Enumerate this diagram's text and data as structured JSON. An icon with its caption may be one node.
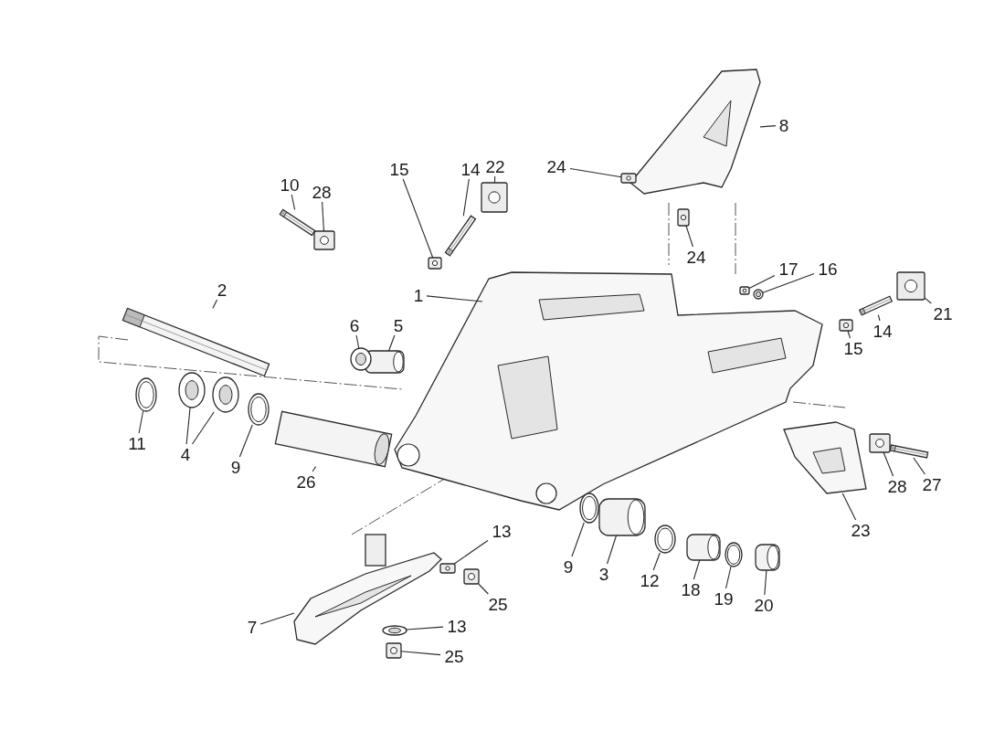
{
  "diagram": {
    "nodes": [
      {
        "text": [
          "1"
        ]
      },
      {
        "text": [],
        "shape": "picture"
      },
      {
        "text": [
          "2"
        ]
      },
      {
        "text": [],
        "shape": "bar"
      },
      {
        "text": [
          "4"
        ]
      },
      {
        "text": [],
        "shape": "picture"
      },
      {
        "text": [],
        "shape": "picture"
      },
      {
        "text": [
          "5"
        ]
      },
      {
        "text": [],
        "shape": "picture"
      },
      {
        "text": [
          "6"
        ]
      },
      {
        "text": [],
        "shape": "picture"
      },
      {
        "text": [
          "7"
        ]
      },
      {
        "text": [],
        "shape": "picture"
      },
      {
        "text": [
          "8"
        ]
      },
      {
        "text": [],
        "shape": "picture"
      },
      {
        "text": [
          "9"
        ]
      },
      {
        "text": [],
        "shape": "picture"
      },
      {
        "text": [
          "9"
        ]
      },
      {
        "text": [],
        "shape": "picture"
      },
      {
        "text": [
          "10"
        ]
      },
      {
        "text": [],
        "shape": "bar"
      },
      {
        "text": [
          "11"
        ]
      },
      {
        "text": [],
        "shape": "picture"
      },
      {
        "text": [
          "12"
        ]
      },
      {
        "text": [],
        "shape": "picture"
      },
      {
        "text": [
          "13"
        ]
      },
      {
        "text": [],
        "shape": "picture"
      },
      {
        "text": [
          "13"
        ]
      },
      {
        "text": [],
        "shape": "picture"
      },
      {
        "text": [
          "14"
        ]
      },
      {
        "text": [],
        "shape": "bar"
      },
      {
        "text": [
          "14"
        ]
      },
      {
        "text": [],
        "shape": "bar"
      },
      {
        "text": [
          "15"
        ]
      },
      {
        "text": [],
        "shape": "picture"
      },
      {
        "text": [
          "15"
        ]
      },
      {
        "text": [],
        "shape": "picture"
      },
      {
        "text": [
          "16"
        ]
      },
      {
        "text": [],
        "shape": "picture"
      },
      {
        "text": [
          "17"
        ]
      },
      {
        "text": [],
        "shape": "picture"
      },
      {
        "text": [
          "18"
        ]
      },
      {
        "text": [],
        "shape": "picture"
      },
      {
        "text": [
          "19"
        ]
      },
      {
        "text": [],
        "shape": "picture"
      },
      {
        "text": [
          "20"
        ]
      },
      {
        "text": [],
        "shape": "picture"
      },
      {
        "text": [
          "21"
        ]
      },
      {
        "text": [],
        "shape": "picture"
      },
      {
        "text": [
          "22"
        ]
      },
      {
        "text": [],
        "shape": "picture"
      },
      {
        "text": [
          "23"
        ]
      },
      {
        "text": [],
        "shape": "picture"
      },
      {
        "text": [
          "24"
        ]
      },
      {
        "text": [],
        "shape": "picture"
      },
      {
        "text": [
          "24"
        ]
      },
      {
        "text": [],
        "shape": "picture"
      },
      {
        "text": [
          "25"
        ]
      },
      {
        "text": [],
        "shape": "picture"
      },
      {
        "text": [
          "25"
        ]
      },
      {
        "text": [],
        "shape": "picture"
      },
      {
        "text": [
          "26"
        ]
      },
      {
        "text": [],
        "shape": "cylinder"
      },
      {
        "text": [
          "27"
        ]
      },
      {
        "text": [],
        "shape": "bar"
      },
      {
        "text": [
          "28"
        ]
      },
      {
        "text": [],
        "shape": "picture"
      },
      {
        "text": [
          "28"
        ]
      },
      {
        "text": [],
        "shape": "picture"
      },
      {
        "text": [
          "3"
        ]
      },
      {
        "text": [],
        "shape": "picture"
      }
    ],
    "edges": [
      {
        "from": 0,
        "to": 1,
        "arrow": "none"
      },
      {
        "from": 2,
        "to": 3,
        "arrow": "none"
      },
      {
        "from": 4,
        "to": 5,
        "arrow": "none"
      },
      {
        "from": 4,
        "to": 6,
        "arrow": "none"
      },
      {
        "from": 7,
        "to": 8,
        "arrow": "none"
      },
      {
        "from": 9,
        "to": 10,
        "arrow": "none"
      },
      {
        "from": 11,
        "to": 12,
        "arrow": "none"
      },
      {
        "from": 13,
        "to": 14,
        "arrow": "none"
      },
      {
        "from": 15,
        "to": 16,
        "arrow": "none"
      },
      {
        "from": 17,
        "to": 18,
        "arrow": "none"
      },
      {
        "from": 19,
        "to": 20,
        "arrow": "none"
      },
      {
        "from": 21,
        "to": 22,
        "arrow": "none"
      },
      {
        "from": 23,
        "to": 24,
        "arrow": "none"
      },
      {
        "from": 25,
        "to": 26,
        "arrow": "none"
      },
      {
        "from": 27,
        "to": 28,
        "arrow": "none"
      },
      {
        "from": 29,
        "to": 30,
        "arrow": "none"
      },
      {
        "from": 31,
        "to": 32,
        "arrow": "none"
      },
      {
        "from": 33,
        "to": 34,
        "arrow": "none"
      },
      {
        "from": 35,
        "to": 36,
        "arrow": "none"
      },
      {
        "from": 37,
        "to": 38,
        "arrow": "none"
      },
      {
        "from": 39,
        "to": 40,
        "arrow": "none"
      },
      {
        "from": 41,
        "to": 42,
        "arrow": "none"
      },
      {
        "from": 43,
        "to": 44,
        "arrow": "none"
      },
      {
        "from": 45,
        "to": 46,
        "arrow": "none"
      },
      {
        "from": 47,
        "to": 48,
        "arrow": "none"
      },
      {
        "from": 49,
        "to": 50,
        "arrow": "none"
      },
      {
        "from": 51,
        "to": 52,
        "arrow": "none"
      },
      {
        "from": 53,
        "to": 54,
        "arrow": "none"
      },
      {
        "from": 55,
        "to": 56,
        "arrow": "none"
      },
      {
        "from": 57,
        "to": 58,
        "arrow": "none"
      },
      {
        "from": 59,
        "to": 60,
        "arrow": "none"
      },
      {
        "from": 61,
        "to": 62,
        "arrow": "none"
      },
      {
        "from": 63,
        "to": 64,
        "arrow": "none"
      },
      {
        "from": 65,
        "to": 66,
        "arrow": "none"
      },
      {
        "from": 67,
        "to": 68,
        "arrow": "none"
      },
      {
        "from": 69,
        "to": 70,
        "arrow": "none"
      }
    ]
  }
}
